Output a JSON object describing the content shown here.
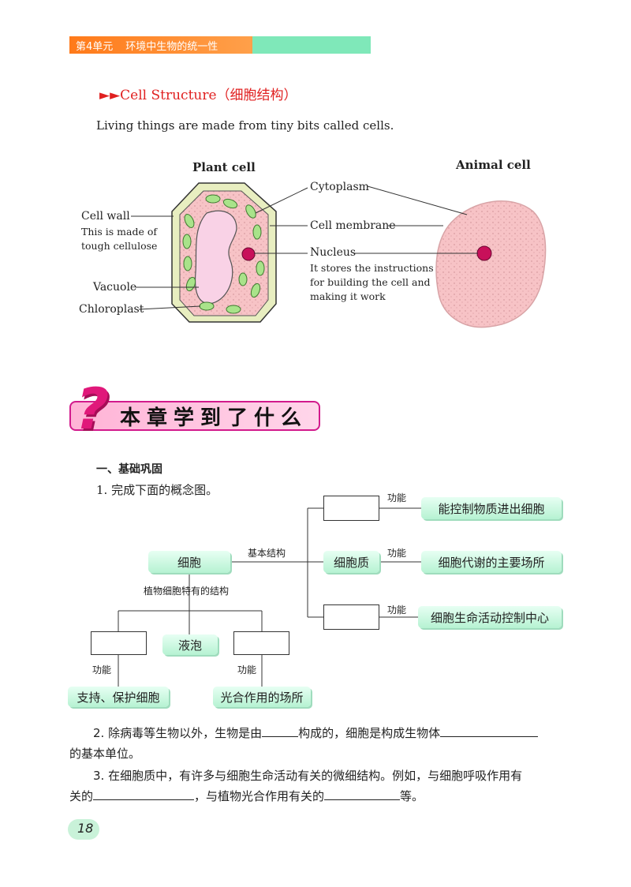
{
  "header": {
    "unit": "第4单元",
    "unit_title": "环境中生物的统一性"
  },
  "section": {
    "arrows": "►►",
    "title": "Cell Structure（细胞结构）",
    "intro": "Living things are made from tiny bits called cells."
  },
  "diagram": {
    "plant_title": "Plant cell",
    "animal_title": "Animal cell",
    "cytoplasm": "Cytoplasm",
    "cell_membrane": "Cell membrane",
    "nucleus": "Nucleus",
    "nucleus_note": [
      "It stores the instructions",
      "for building the cell and",
      "making it work"
    ],
    "cell_wall": "Cell wall",
    "cell_wall_note": [
      "This is made of",
      "tough cellulose"
    ],
    "vacuole": "Vacuole",
    "chloroplast": "Chloroplast"
  },
  "chapter": {
    "mark": "?",
    "title": "本章学到了什么"
  },
  "part1": {
    "heading": "一、基础巩固",
    "q1": "1. 完成下面的概念图。"
  },
  "concept_map": {
    "cell": "细胞",
    "basic_structure": "基本结构",
    "plant_specific": "植物细胞特有的结构",
    "cytoplasm": "细胞质",
    "function": "功能",
    "f1": "能控制物质进出细胞",
    "f2": "细胞代谢的主要场所",
    "f3": "细胞生命活动控制中心",
    "vacuole": "液泡",
    "f4": "支持、保护细胞",
    "f5": "光合作用的场所"
  },
  "q2": {
    "a": "2. 除病毒等生物以外，生物是由",
    "b": "构成的，细胞是构成生物体",
    "c": "的基本单位。"
  },
  "q3": {
    "a": "3. 在细胞质中，有许多与细胞生命活动有关的微细结构。例如，与细胞呼吸作用有",
    "b": "关的",
    "c": "，与植物光合作用有关的",
    "d": "等。"
  },
  "page": {
    "number": "18"
  },
  "colors": {
    "header_orange": "#ff7a1a",
    "header_green": "#7fe8b9",
    "title_red": "#e02020",
    "banner_magenta": "#d21a8c",
    "box_green": "#b6f2d2",
    "cell_pink": "#f7c3c6"
  }
}
